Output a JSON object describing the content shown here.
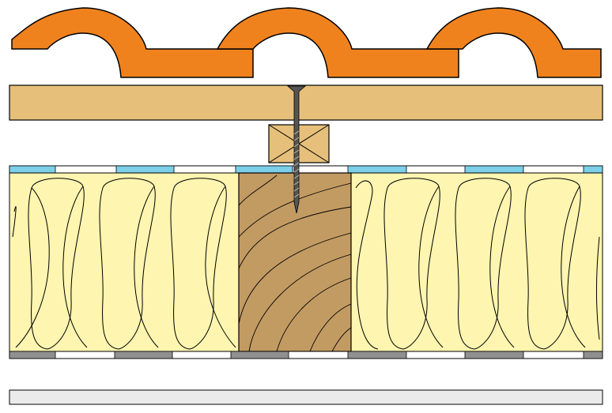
{
  "diagram": {
    "kind": "roof-cross-section",
    "layers": [
      {
        "id": "roof-tiles",
        "color": "#f0821e"
      },
      {
        "id": "batten",
        "color": "#e6c07a"
      },
      {
        "id": "counter-batten",
        "color": "#e6c07a"
      },
      {
        "id": "membrane-top",
        "segment_color": "#7ccfe8"
      },
      {
        "id": "insulation",
        "color": "#fdf5b0"
      },
      {
        "id": "rafter",
        "color": "#c29b63"
      },
      {
        "id": "vapour-barrier",
        "segment_color": "#909090"
      },
      {
        "id": "ceiling-board",
        "color": "#ebebeb"
      }
    ],
    "fastener": {
      "id": "screw",
      "color": "#555555"
    },
    "outline_color": "#000000"
  }
}
